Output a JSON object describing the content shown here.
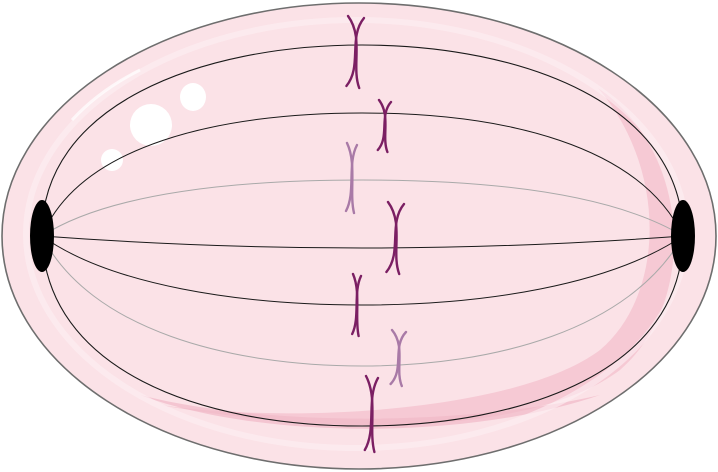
{
  "diagram": {
    "colors": {
      "cell_fill": "#fbe2e7",
      "cell_outline": "#6e6e6e",
      "inner_shade": "#f6c9d4",
      "highlight": "#ffffff",
      "spindle_dark": "#1a1a1a",
      "spindle_light": "#a9a9a9",
      "pole": "#000000",
      "chromosome_dark": "#7b1f63",
      "chromosome_light": "#a97aa7"
    },
    "chromosomes": [
      {
        "shade": "dark"
      },
      {
        "shade": "dark"
      },
      {
        "shade": "light"
      },
      {
        "shade": "dark"
      },
      {
        "shade": "dark"
      },
      {
        "shade": "light"
      },
      {
        "shade": "dark"
      }
    ]
  }
}
